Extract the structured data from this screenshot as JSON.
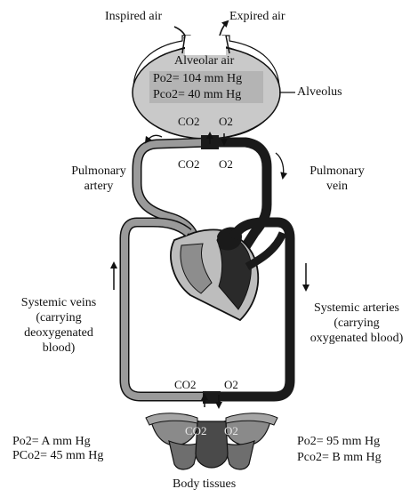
{
  "labels": {
    "inspired_air": "Inspired air",
    "expired_air": "Expired air",
    "alveolar_air": "Alveolar air",
    "alveolar_po2": "Po2= 104 mm Hg",
    "alveolar_pco2": "Pco2= 40 mm Hg",
    "alveolus": "Alveolus",
    "co2_top_inside": "CO2",
    "o2_top_inside": "O2",
    "co2_top_below": "CO2",
    "o2_top_below": "O2",
    "pulmonary_artery_line1": "Pulmonary",
    "pulmonary_artery_line2": "artery",
    "pulmonary_vein_line1": "Pulmonary",
    "pulmonary_vein_line2": "vein",
    "systemic_veins_line1": "Systemic veins",
    "systemic_veins_line2": "(carrying",
    "systemic_veins_line3": "deoxygenated",
    "systemic_veins_line4": "blood)",
    "systemic_arteries_line1": "Systemic arteries",
    "systemic_arteries_line2": "(carrying",
    "systemic_arteries_line3": "oxygenated blood)",
    "co2_bottom_above": "CO2",
    "o2_bottom_above": "O2",
    "co2_bottom_inside": "CO2",
    "o2_bottom_inside": "O2",
    "left_po2": "Po2= A mm Hg",
    "left_pco2": "PCo2= 45 mm Hg",
    "right_po2": "Po2= 95 mm Hg",
    "right_pco2": "Pco2= B mm Hg",
    "body_tissues": "Body tissues"
  },
  "colors": {
    "alveolus_fill": "#c9c9c9",
    "deoxygenated_vessel": "#9a9a9a",
    "oxygenated_vessel": "#1a1a1a",
    "outline": "#111111"
  }
}
